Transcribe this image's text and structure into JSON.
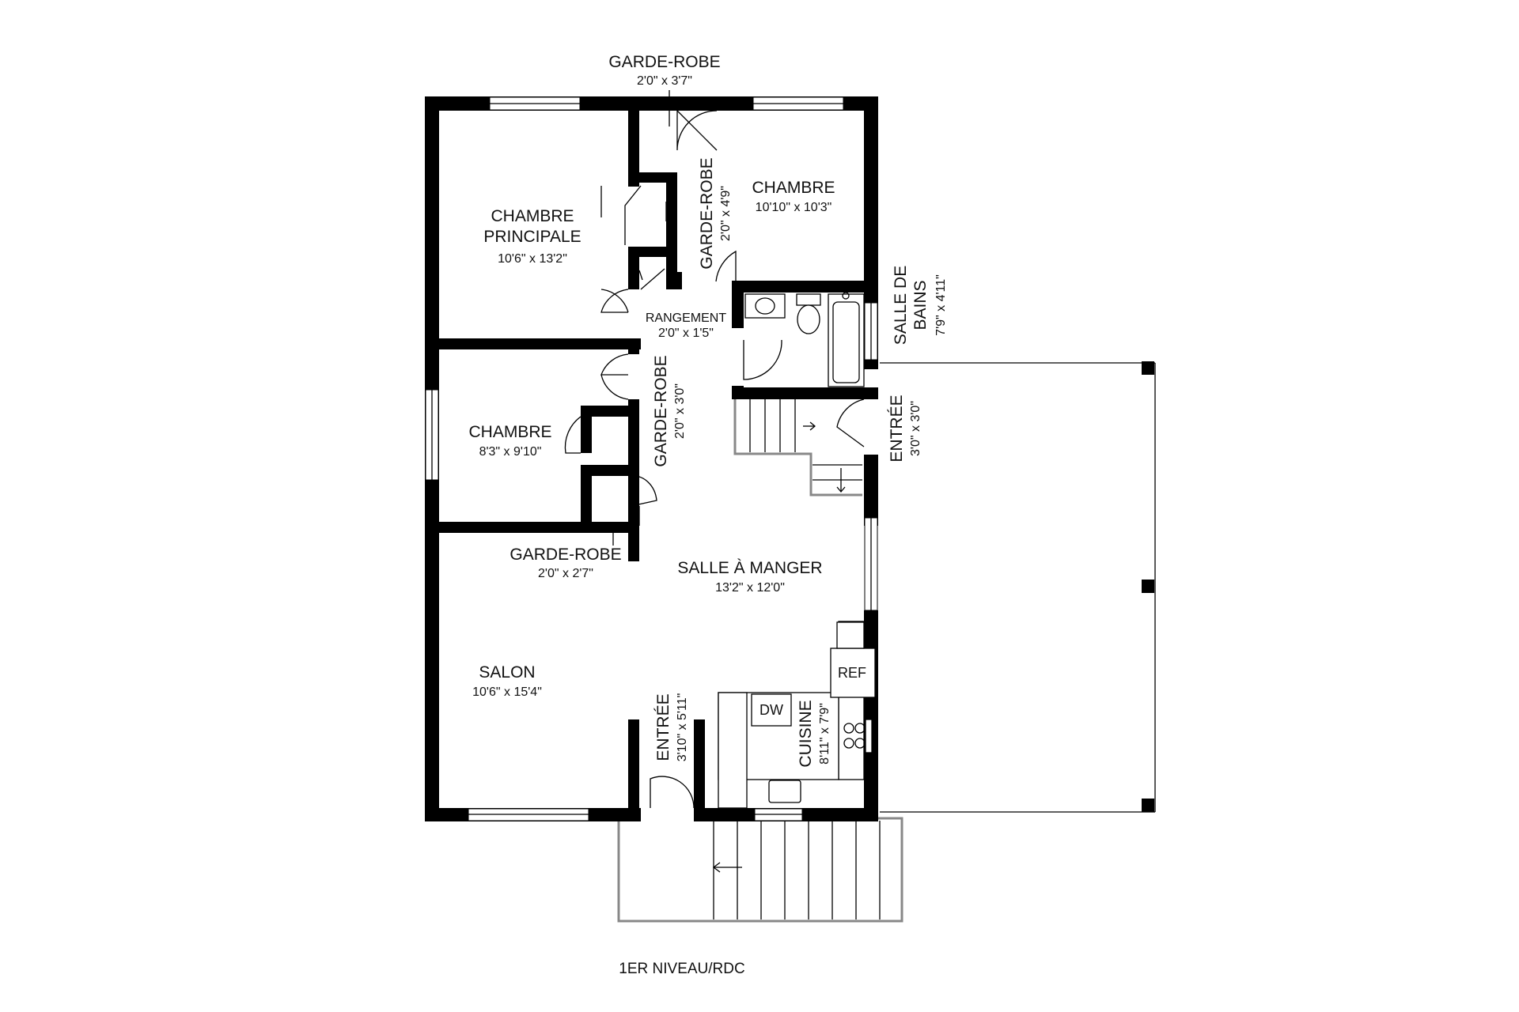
{
  "plan": {
    "level_title": "1ER NIVEAU/RDC",
    "rooms": {
      "garde_robe_top": {
        "name": "GARDE-ROBE",
        "dim": "2'0\" x 3'7\""
      },
      "chambre_principale": {
        "name1": "CHAMBRE",
        "name2": "PRINCIPALE",
        "dim": "10'6\" x 13'2\""
      },
      "garde_robe_vertical": {
        "name": "GARDE-ROBE",
        "dim": "2'0\" x 4'9\""
      },
      "chambre_right": {
        "name": "CHAMBRE",
        "dim": "10'10\" x 10'3\""
      },
      "rangement": {
        "name": "RANGEMENT",
        "dim": "2'0\" x 1'5\""
      },
      "salle_de_bains": {
        "name1": "SALLE DE",
        "name2": "BAINS",
        "dim": "7'9\" x 4'11\""
      },
      "garde_robe_middle": {
        "name": "GARDE-ROBE",
        "dim": "2'0\" x 3'0\""
      },
      "chambre_left": {
        "name": "CHAMBRE",
        "dim": "8'3\" x 9'10\""
      },
      "entree_side": {
        "name": "ENTRÉE",
        "dim": "3'0\" x 3'0\""
      },
      "garde_robe_bottom": {
        "name": "GARDE-ROBE",
        "dim": "2'0\" x 2'7\""
      },
      "salle_a_manger": {
        "name": "SALLE À MANGER",
        "dim": "13'2\" x 12'0\""
      },
      "salon": {
        "name": "SALON",
        "dim": "10'6\" x 15'4\""
      },
      "entree_front": {
        "name": "ENTRÉE",
        "dim": "3'10\" x 5'11\""
      },
      "cuisine": {
        "name": "CUISINE",
        "dim": "8'11\" x 7'9\""
      }
    },
    "appliances": {
      "ref": "REF",
      "dw": "DW"
    }
  }
}
